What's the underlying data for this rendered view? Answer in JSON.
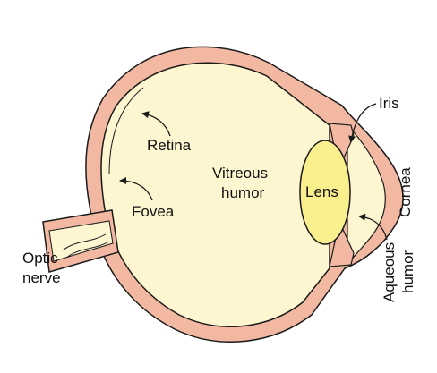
{
  "labels": {
    "retina": "Retina",
    "fovea": "Fovea",
    "vitreous_line1": "Vitreous",
    "vitreous_line2": "humor",
    "lens": "Lens",
    "iris": "Iris",
    "cornea": "Cornea",
    "aqueous_line1": "Aqueous",
    "aqueous_line2": "humor",
    "optic_line1": "Optic",
    "optic_line2": "nerve"
  },
  "colors": {
    "tissue": "#f2b8a2",
    "humor": "#fdf6d0",
    "lens": "#f9ef8c",
    "outline": "#1a1a1a",
    "background": "#ffffff"
  }
}
